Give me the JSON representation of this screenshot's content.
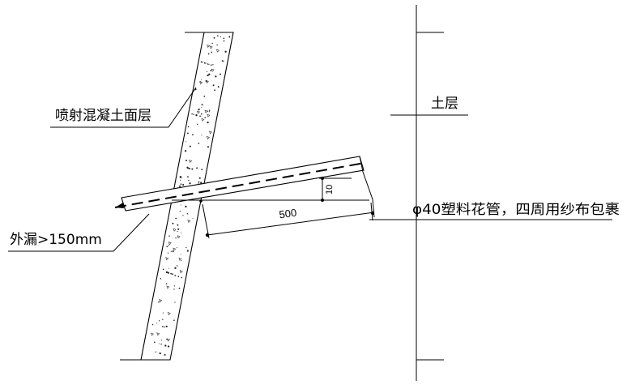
{
  "labels": {
    "shotcrete_layer": "喷射混凝土面层",
    "soil_layer": "土层",
    "pipe_spec": "φ40塑料花管，四周用纱布包裹",
    "outer_leak": "外漏>150mm"
  },
  "dimensions": {
    "horizontal": "500",
    "vertical": "10"
  }
}
